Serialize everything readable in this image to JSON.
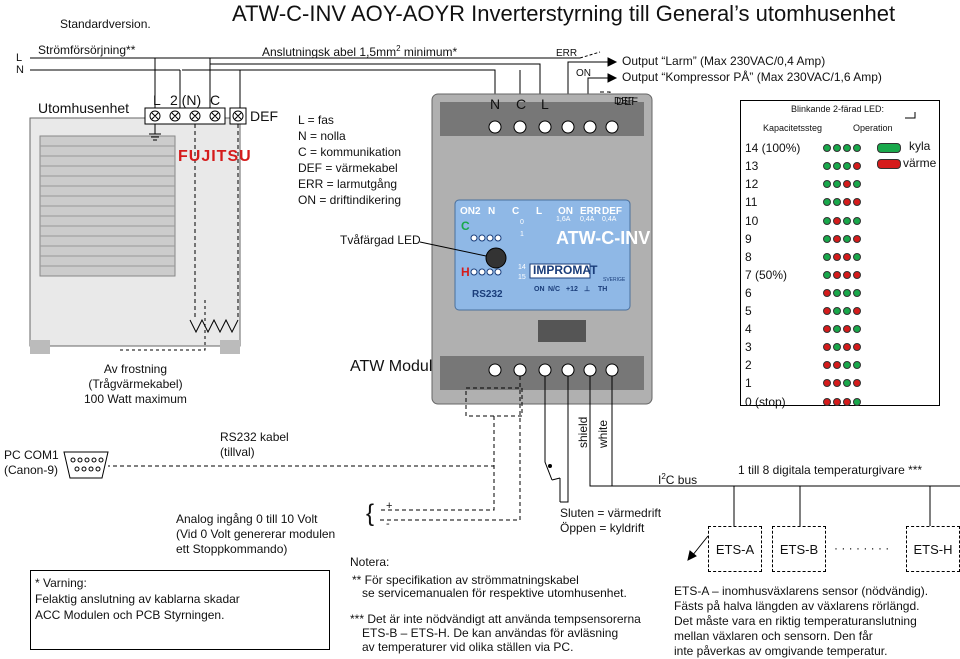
{
  "title": {
    "version": "Standardversion.",
    "main": "ATW-C-INV AOY-AOYR Inverterstyrning till General’s utomhusenhet"
  },
  "power": {
    "label": "Strömförsörjning**",
    "L": "L",
    "N": "N"
  },
  "cable": {
    "label": "Anslutningsk abel 1,5mm",
    "sup": "2",
    "suffix": " minimum*"
  },
  "outdoor": {
    "label": "Utomhusenhet",
    "brand": "FUJITSU",
    "terminals": [
      "L",
      "2 (N)",
      "C"
    ],
    "def_label": "DEF"
  },
  "legend_lines": [
    "L = fas",
    "N = nolla",
    "C = kommunikation",
    "DEF = värmekabel",
    "ERR = larmutgång",
    "ON = driftindikering"
  ],
  "led_label": "Tvåfärgad LED",
  "module_label": "ATW Modul",
  "module": {
    "top_terminals": [
      "N",
      "C",
      "L"
    ],
    "top_def": "DEF",
    "panel_top": [
      "ON2",
      "N",
      "C",
      "L",
      "ON",
      "ERR",
      "DEF"
    ],
    "panel_sub": [
      "1,6A",
      "0,4A",
      "0,4A"
    ],
    "model": "ATW-C-INV",
    "brand": "IMPROMAT",
    "brand_sub": "SVERIGE",
    "c_label": "C",
    "h_label": "H",
    "rs232": "RS232",
    "bottom_pins": [
      "ON",
      "N/C",
      "+12",
      "⊥",
      "TH"
    ],
    "switch_nums": [
      "0",
      "1",
      "14",
      "15"
    ]
  },
  "outputs": {
    "err": "ERR",
    "on": "ON",
    "def": "DEF",
    "larm": "Output “Larm” (Max 230VAC/0,4 Amp)",
    "komp": "Output “Kompressor PÅ” (Max 230VAC/1,6 Amp)"
  },
  "defrost": [
    "Av frostning",
    "(Trågvärmekabel)",
    "100 Watt maximum"
  ],
  "pc": {
    "label1": "PC COM1",
    "label2": "(Canon-9)",
    "rs_label1": "RS232 kabel",
    "rs_label2": "(tillval)"
  },
  "shield": "shield",
  "white": "white",
  "i2c": {
    "main": "I",
    "sup": "2",
    "rest": "C bus"
  },
  "sensors_label": "1 till 8 digitala temperaturgivare ***",
  "ets": [
    "ETS-A",
    "ETS-B",
    "ETS-H"
  ],
  "ets_dots": "· · · · · · · ·",
  "analog": [
    "Analog ingång  0 till 10 Volt",
    "(Vid 0  Volt genererar modulen",
    "ett Stoppkommando)"
  ],
  "analog_signs": {
    "plus": "+",
    "minus": "-",
    "brace": "{"
  },
  "switch_text": [
    "Sluten = värmedrift",
    "Öppen = kyldrift"
  ],
  "notera": "Notera:",
  "note2": [
    "** För specifikation av strömmatningskabel",
    "se servicemanualen för respektive utomhusenhet."
  ],
  "note3": [
    "*** Det är inte nödvändigt att använda tempsensorerna",
    "ETS-B – ETS-H. De kan användas för avläsning",
    "av temperaturer vid olika ställen via PC."
  ],
  "warning": [
    "* Varning:",
    "Felaktig anslutning av kablarna skadar",
    "ACC Modulen och PCB Styrningen."
  ],
  "ets_desc": [
    "ETS-A – inomhusväxlarens  sensor (nödvändig).",
    "Fästs på halva längden av växlarens rörlängd.",
    "Det måste vara en riktig temperaturanslutning",
    "mellan växlaren och sensorn. Den får",
    "inte påverkas av omgivande temperatur."
  ],
  "table": {
    "header": "Blinkande 2-färad LED:",
    "col1": "Kapacitetssteg",
    "col2": "Operation",
    "kyla": "kyla",
    "varme": "värme",
    "rows": [
      "14 (100%)",
      "13",
      "12",
      "11",
      "10",
      "9",
      "8",
      "7 (50%)",
      "6",
      "5",
      "4",
      "3",
      "2",
      "1",
      "0 (stop)"
    ],
    "pattern": [
      [
        "g",
        "g",
        "g",
        "g"
      ],
      [
        "g",
        "g",
        "g",
        "r"
      ],
      [
        "g",
        "g",
        "r",
        "g"
      ],
      [
        "g",
        "g",
        "r",
        "r"
      ],
      [
        "g",
        "r",
        "g",
        "g"
      ],
      [
        "g",
        "r",
        "g",
        "r"
      ],
      [
        "g",
        "r",
        "r",
        "g"
      ],
      [
        "g",
        "r",
        "r",
        "r"
      ],
      [
        "r",
        "g",
        "g",
        "g"
      ],
      [
        "r",
        "g",
        "g",
        "r"
      ],
      [
        "r",
        "g",
        "r",
        "g"
      ],
      [
        "r",
        "g",
        "r",
        "r"
      ],
      [
        "r",
        "r",
        "g",
        "g"
      ],
      [
        "r",
        "r",
        "g",
        "r"
      ],
      [
        "r",
        "r",
        "r",
        "g"
      ]
    ]
  },
  "colors": {
    "led_green": "#19a84b",
    "led_red": "#d51b1b",
    "module_panel": "#8fb8e6",
    "module_body": "#9a9a9a"
  }
}
